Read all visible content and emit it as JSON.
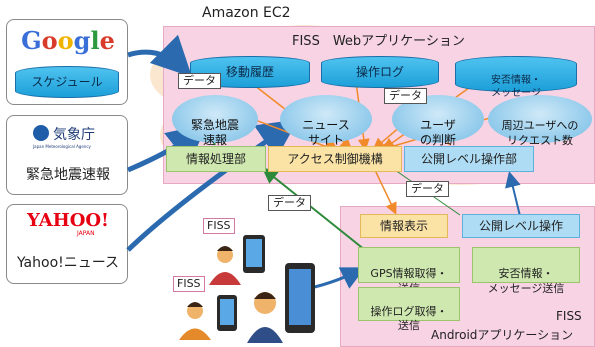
{
  "sources": {
    "google": {
      "logo": "Google",
      "schedule": "スケジュール"
    },
    "jma": {
      "logo": "気象庁",
      "logo_sub": "Japan Meteorological Agency",
      "caption": "緊急地震速報"
    },
    "yahoo": {
      "logo": "YAHOO!",
      "logo_sub": "JAPAN",
      "caption": "Yahoo!ニュース"
    }
  },
  "ec2": {
    "title": "Amazon EC2"
  },
  "web": {
    "title": "FISS　Webアプリケーション",
    "db": [
      "移動履歴",
      "操作ログ",
      "安否情報・\nメッセージ"
    ],
    "ellipses": [
      "緊急地震\n速報",
      "ニュース\nサイト",
      "ユーザ\nの判断",
      "周辺ユーザへの\nリクエスト数"
    ],
    "modules": {
      "info": "情報処理部",
      "access": "アクセス制御機構",
      "level": "公開レベル操作部"
    }
  },
  "android": {
    "title": "FISS",
    "subtitle": "Androidアプリケーション",
    "display": "情報表示",
    "level": "公開レベル操作",
    "gps": "GPS情報取得・\n送信",
    "safety": "安否情報・\nメッセージ送信",
    "oplog": "操作ログ取得・\n送信"
  },
  "labels": {
    "data": "データ",
    "fiss": "FISS"
  },
  "colors": {
    "orange_arrow": "#f08a2a",
    "blue_arrow": "#2c6ab0",
    "green_arrow": "#2d8a3a",
    "pink_panel": "#f7d3e3"
  }
}
